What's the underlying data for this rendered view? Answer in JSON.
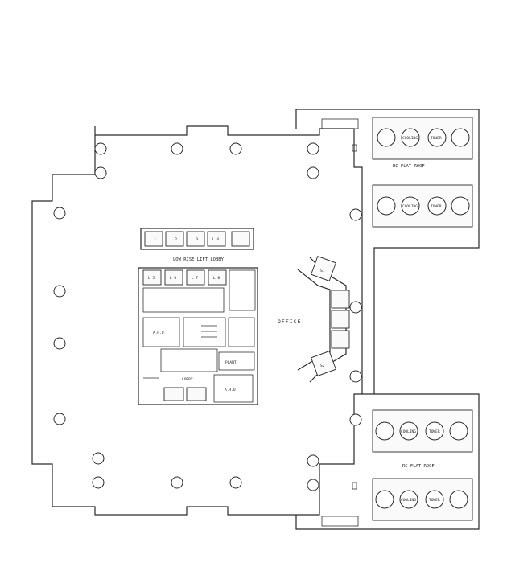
{
  "plan": {
    "office_label": "OFFICE",
    "lobby_label": "LOW RISE LIFT LOBBY",
    "small_lobby_label": "LOBBY",
    "flat_roof_label": "RC FLAT ROOF",
    "lift_labels": [
      "L 1",
      "L 2",
      "L 3",
      "L 4",
      "L 5",
      "L 6",
      "L 7",
      "L 8"
    ],
    "equipment_labels": [
      "COOLING",
      "TOWER"
    ],
    "service_rooms": [
      "A.H.U",
      "A.H.U",
      "PLANT"
    ],
    "stair_labels": [
      "S1",
      "S2"
    ]
  }
}
